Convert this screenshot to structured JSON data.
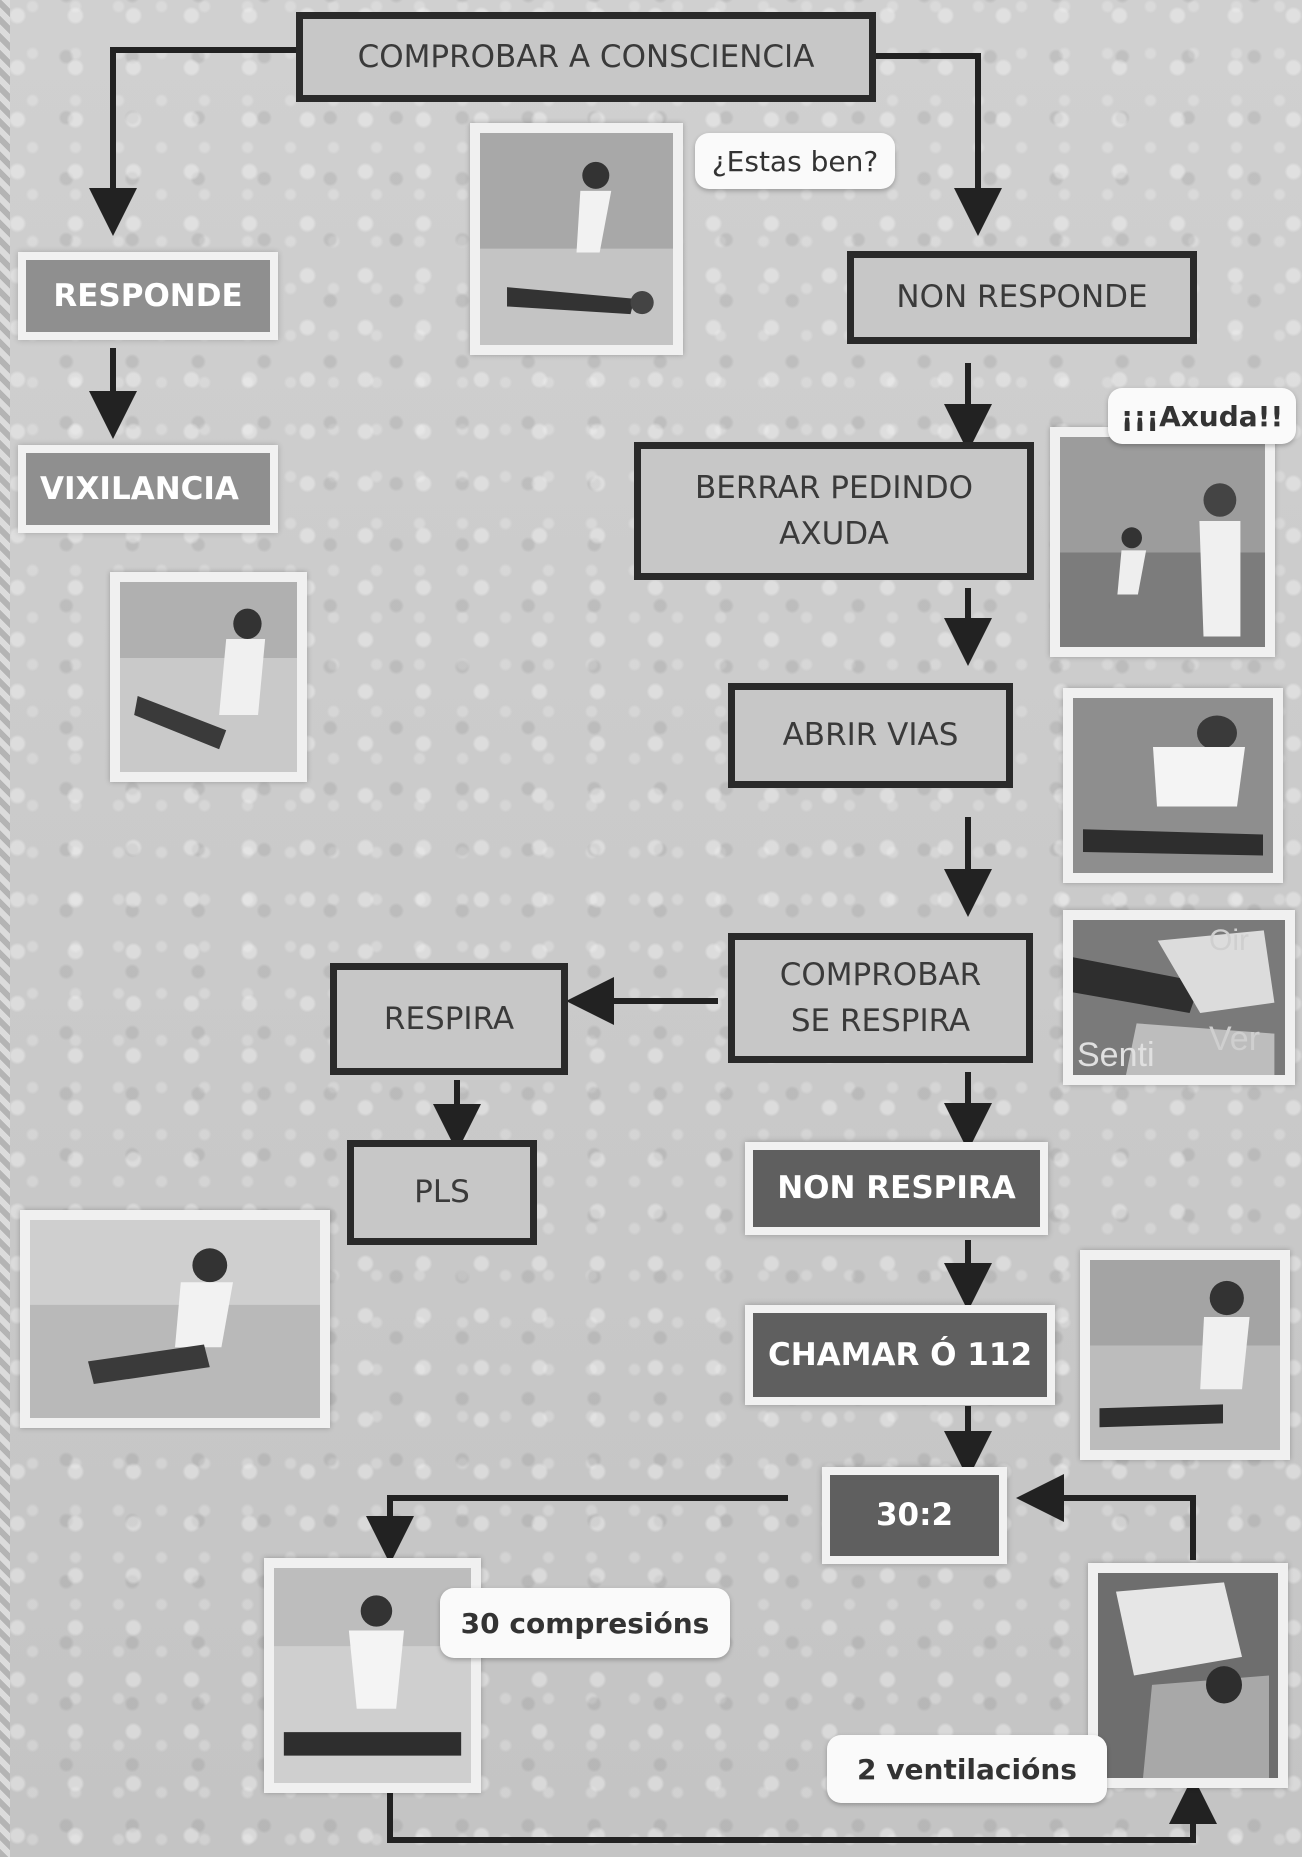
{
  "flowchart": {
    "steps": {
      "check_consciousness": "COMPROBAR A CONSCIENCIA",
      "responds": "RESPONDE",
      "vigilance": "VIXILANCIA",
      "not_responding": "NON RESPONDE",
      "shout_for_help": "BERRAR PEDINDO\nAXUDA",
      "open_airways": "ABRIR VIAS",
      "check_breathing": "COMPROBAR\nSE RESPIRA",
      "breathing": "RESPIRA",
      "recovery_position": "PLS",
      "not_breathing": "NON  RESPIRA",
      "call_112": "CHAMAR Ó 112",
      "ratio": "30:2"
    },
    "bubbles": {
      "are_you_ok": "¿Estas ben?",
      "help": "¡¡¡Axuda!!",
      "compressions": "30 compresións",
      "ventilations": "2 ventilacións"
    },
    "photo_overlay": {
      "hear": "Oir",
      "feel": "Senti",
      "see": "Ver"
    },
    "colors": {
      "box_outline": "#2a2a2a",
      "box_light_fill": "#c7c7c7",
      "box_mid_fill": "#8f8f8f",
      "box_dark_fill": "#5f5f5f",
      "arrow": "#222222"
    }
  }
}
